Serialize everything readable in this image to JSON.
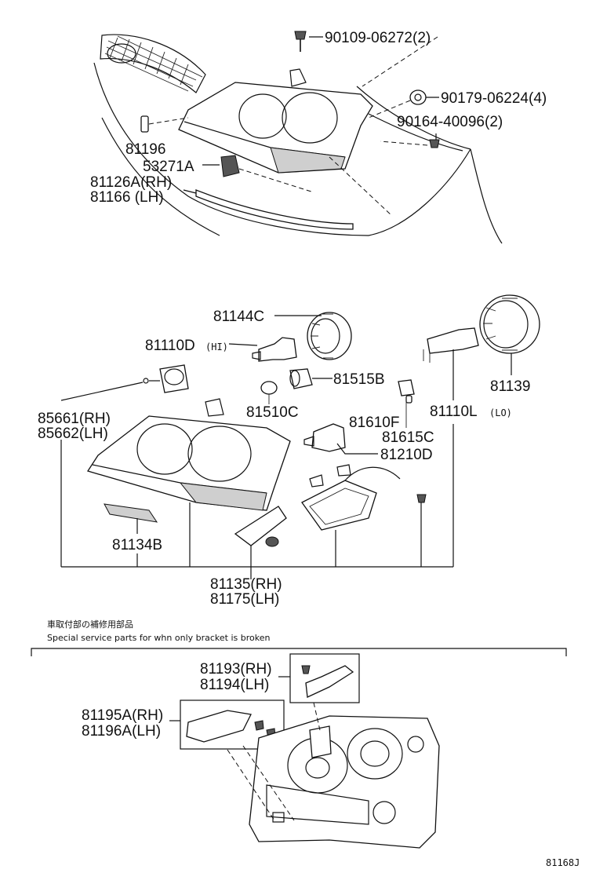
{
  "labels": {
    "p90109": "90109-06272(2)",
    "p90179": "90179-06224(4)",
    "p90164": "90164-40096(2)",
    "p81196": "81196",
    "p53271a": "53271A",
    "p81126a": "81126A(RH)",
    "p81166": "81166 (LH)",
    "p81144c": "81144C",
    "p81110d": "81110D",
    "p81110d_suffix": "(HI)",
    "p81515b": "81515B",
    "p81510c": "81510C",
    "p81610f": "81610F",
    "p81615c": "81615C",
    "p81210d": "81210D",
    "p81139": "81139",
    "p81110l": "81110L",
    "p81110l_suffix": "(LO)",
    "p85661": "85661(RH)",
    "p85662": "85662(LH)",
    "p81134b": "81134B",
    "p81135": "81135(RH)",
    "p81175": "81175(LH)",
    "p81193": "81193(RH)",
    "p81194": "81194(LH)",
    "p81195a": "81195A(RH)",
    "p81196a": "81196A(LH)"
  },
  "notes": {
    "jp": "車取付部の補修用部品",
    "en": "Special service parts for whn only bracket is broken"
  },
  "figure_code": "81168J"
}
